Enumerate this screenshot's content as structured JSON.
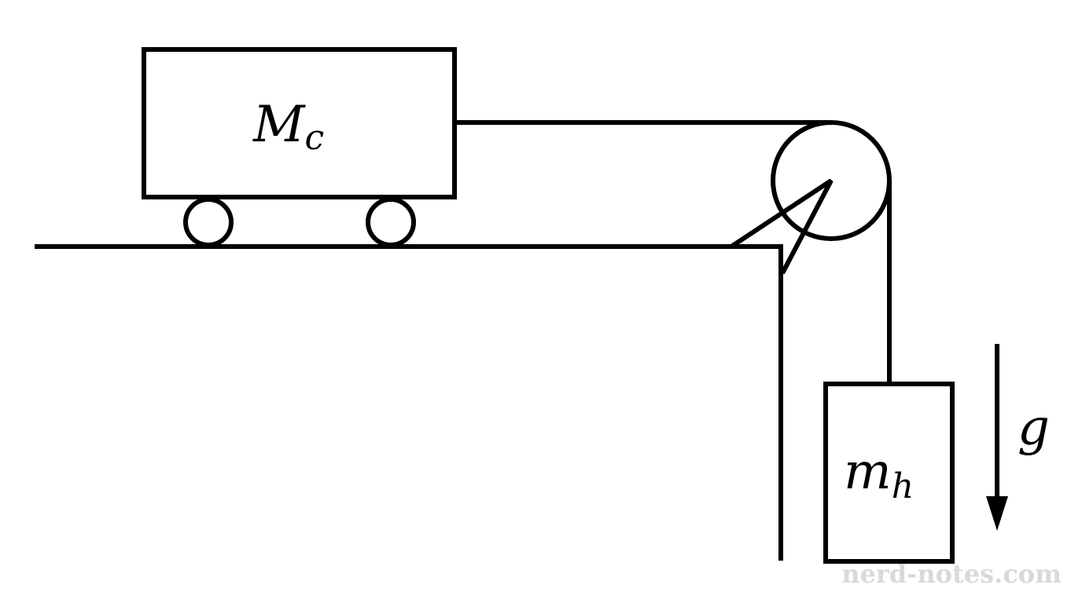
{
  "labels": {
    "cart_main": "M",
    "cart_sub": "c",
    "hanging_main": "m",
    "hanging_sub": "h",
    "gravity": "g"
  },
  "watermark": "nerd-notes.com",
  "colors": {
    "ink": "#000000",
    "background": "#ffffff",
    "watermark": "#d9d9d9"
  }
}
